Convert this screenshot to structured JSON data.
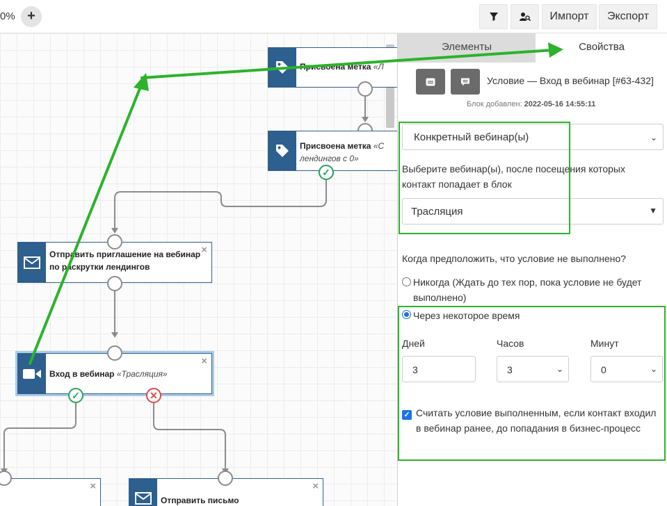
{
  "toolbar": {
    "zoom_text": "0%",
    "zoom_in_symbol": "+",
    "filter_icon": "filter-icon",
    "user_search_icon": "user-search-icon",
    "import_label": "Импорт",
    "export_label": "Экспорт"
  },
  "canvas": {
    "nodes": [
      {
        "title": "Присвоена метка",
        "detail": "«Л"
      },
      {
        "title": "Присвоена метка",
        "detail": "«С",
        "detail2": "лендингов с 0»"
      },
      {
        "line1": "Отправить приглашение на вебинар",
        "line2": "по раскрутки лендингов"
      },
      {
        "title": "Вход в вебинар",
        "detail": "«Трасляция»"
      },
      {
        "line1": "Отправить письмо"
      }
    ],
    "close_symbol": "×",
    "ok_symbol": "✓",
    "no_symbol": "✕"
  },
  "panel": {
    "tabs": [
      {
        "label": "Элементы"
      },
      {
        "label": "Свойства"
      }
    ],
    "header_title": "Условие — Вход в вебинар [#63-432]",
    "added_label": "Блок добавлен:",
    "added_value": "2022-05-16 14:55:11",
    "webinar_mode": "Конкретный вебинар(ы)",
    "webinar_hint": "Выберите вебинар(ы), после посещения которых контакт попадает в блок",
    "webinar_selected": "Трасляция",
    "fail_question": "Когда предположить, что условие не выполнено?",
    "option_never": "Никогда (Ждать до тех пор, пока условие не будет выполнено)",
    "option_after": "Через некоторое время",
    "days_label": "Дней",
    "hours_label": "Часов",
    "minutes_label": "Минут",
    "days_value": "3",
    "hours_value": "3",
    "minutes_value": "0",
    "checkbox_label": "Считать условие выполненным, если контакт входил в вебинар ранее, до попадания в бизнес-процесс"
  },
  "colors": {
    "node_blue": "#2d5f8f",
    "annotation_green": "#2bb32b",
    "ok_green": "#23a55a",
    "fail_red": "#e04848"
  }
}
